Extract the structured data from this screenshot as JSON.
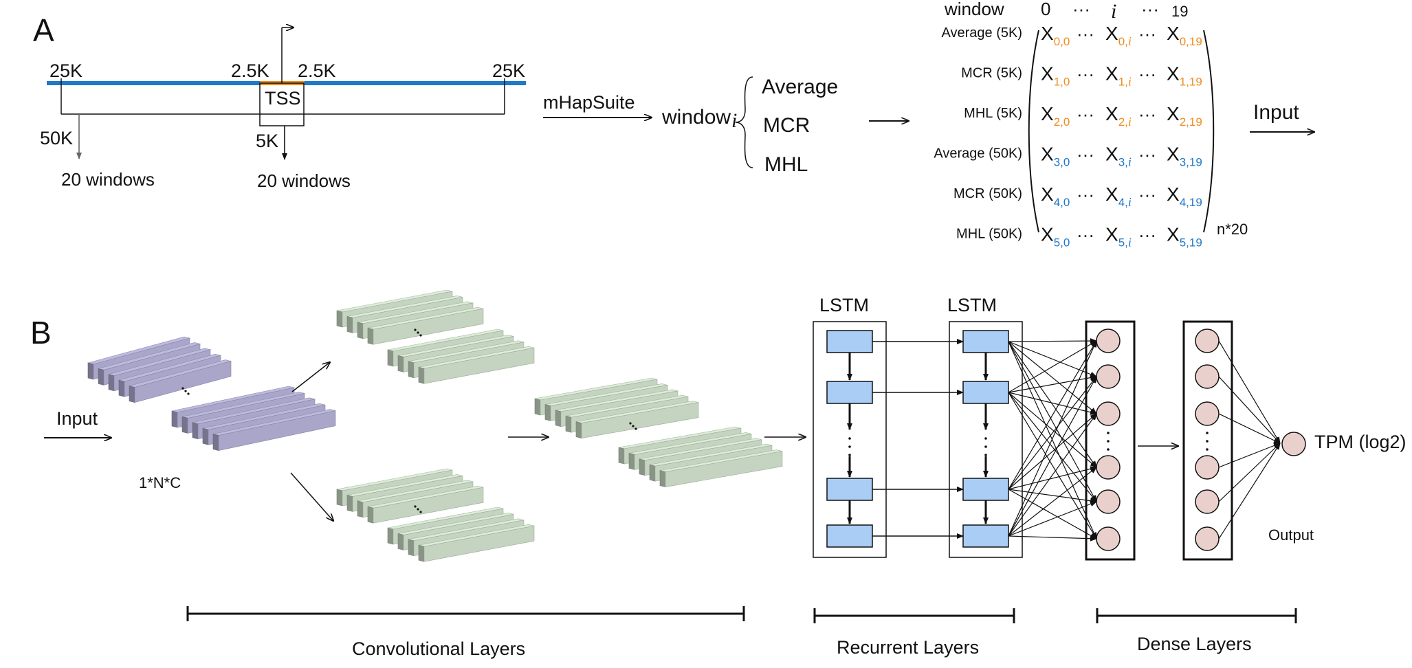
{
  "panelA": {
    "label": "A",
    "genome": {
      "flank_left": "25K",
      "flank_right": "25K",
      "tss_left": "2.5K",
      "tss_right": "2.5K",
      "tss": "TSS",
      "outer_size": "50K",
      "inner_size": "5K",
      "outer_windows": "20 windows",
      "inner_windows": "20 windows"
    },
    "tool": "mHapSuite",
    "window_label": "window",
    "window_index": "i",
    "metrics": [
      "Average",
      "MCR",
      "MHL"
    ],
    "matrix": {
      "header_label": "window",
      "col_first": "0",
      "col_mid": "i",
      "col_last": "19",
      "dots": "···",
      "rows": [
        {
          "label": "Average (5K)",
          "idx": "0",
          "group": "5K"
        },
        {
          "label": "MCR (5K)",
          "idx": "1",
          "group": "5K"
        },
        {
          "label": "MHL (5K)",
          "idx": "2",
          "group": "5K"
        },
        {
          "label": "Average (50K)",
          "idx": "3",
          "group": "50K"
        },
        {
          "label": "MCR (50K)",
          "idx": "4",
          "group": "50K"
        },
        {
          "label": "MHL (50K)",
          "idx": "5",
          "group": "50K"
        }
      ],
      "var": "X",
      "size": "n*20"
    },
    "output_label": "Input"
  },
  "panelB": {
    "label": "B",
    "input_label": "Input",
    "shape_label": "1*N*C",
    "lstm1": "LSTM",
    "lstm2": "LSTM",
    "output_node": "TPM (log2)",
    "output_caption": "Output",
    "sections": [
      "Convolutional Layers",
      "Recurrent Layers",
      "Dense Layers"
    ]
  },
  "colors": {
    "orange": "#ef8c1f",
    "blue": "#1f78c8",
    "genome_line": "#1f78c8",
    "tss_bar": "#ef8c1f",
    "purple_block": "#a9a6c9",
    "green_block": "#c4d4c0",
    "lstm_cell": "#a9cdf5",
    "node": "#ead0cc"
  }
}
